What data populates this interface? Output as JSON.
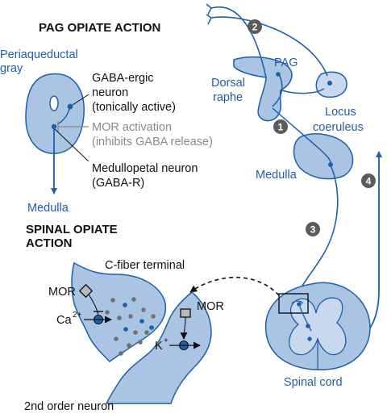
{
  "headings": {
    "pag": "PAG OPIATE ACTION",
    "spinal_line1": "SPINAL OPIATE",
    "spinal_line2": "ACTION"
  },
  "pag_panel": {
    "region_line1": "Periaqueductal",
    "region_line2": "gray",
    "gaba_line1": "GABA-ergic",
    "gaba_line2": "neuron",
    "gaba_line3": "(tonically active)",
    "mor_line1": "MOR activation",
    "mor_line2": "(inhibits GABA release)",
    "medpet_line1": "Medullopetal neuron",
    "medpet_line2": "(GABA-R)",
    "output": "Medulla"
  },
  "brain_panel": {
    "pag": "PAG",
    "dorsal_line1": "Dorsal",
    "dorsal_line2": "raphe",
    "locus_line1": "Locus",
    "locus_line2": "coeruleus",
    "medulla": "Medulla",
    "spinal_cord": "Spinal cord"
  },
  "pathway_numbers": [
    "1",
    "2",
    "3",
    "4"
  ],
  "synapse_panel": {
    "c_fiber": "C-fiber terminal",
    "mor_left": "MOR",
    "mor_right": "MOR",
    "ca": "Ca",
    "ca_sup": "2+",
    "k": "K",
    "k_sup": "+",
    "second_order": "2nd order neuron"
  },
  "colors": {
    "structure_fill": "#aac4e4",
    "structure_fill_light": "#c8d9ee",
    "line_blue": "#1d5fa8",
    "label_blue": "#1d5fa8",
    "marker_gray": "#707070",
    "receptor_gray": "#b7b7b7"
  }
}
